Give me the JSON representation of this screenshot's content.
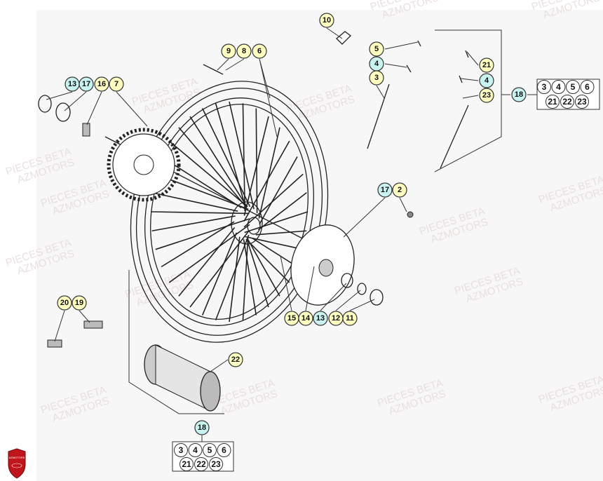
{
  "watermark": {
    "line1": "PIECES BETA",
    "line2": "AZMOTORS"
  },
  "logo": {
    "text": "AZMOTORS",
    "color": "#c0161b"
  },
  "colors": {
    "yellow": "#ffffc2",
    "cyan": "#c9f3f1",
    "background": "#f7f7f7"
  },
  "callouts": [
    {
      "label": "10",
      "color": "yellow"
    },
    {
      "label": "9",
      "color": "yellow"
    },
    {
      "label": "8",
      "color": "yellow"
    },
    {
      "label": "6",
      "color": "yellow"
    },
    {
      "label": "5",
      "color": "yellow"
    },
    {
      "label": "4",
      "color": "cyan"
    },
    {
      "label": "3",
      "color": "yellow"
    },
    {
      "label": "21",
      "color": "yellow"
    },
    {
      "label": "4",
      "color": "cyan"
    },
    {
      "label": "23",
      "color": "yellow"
    },
    {
      "label": "18",
      "color": "cyan"
    },
    {
      "label": "13",
      "color": "cyan"
    },
    {
      "label": "17",
      "color": "cyan"
    },
    {
      "label": "16",
      "color": "yellow"
    },
    {
      "label": "7",
      "color": "yellow"
    },
    {
      "label": "17",
      "color": "cyan"
    },
    {
      "label": "2",
      "color": "yellow"
    },
    {
      "label": "20",
      "color": "yellow"
    },
    {
      "label": "19",
      "color": "yellow"
    },
    {
      "label": "15",
      "color": "yellow"
    },
    {
      "label": "14",
      "color": "yellow"
    },
    {
      "label": "13",
      "color": "cyan"
    },
    {
      "label": "12",
      "color": "yellow"
    },
    {
      "label": "11",
      "color": "yellow"
    },
    {
      "label": "22",
      "color": "yellow"
    },
    {
      "label": "18",
      "color": "cyan"
    }
  ],
  "kit_boxes": [
    {
      "row1": [
        "3",
        "4",
        "5",
        "6"
      ],
      "row2": [
        "21",
        "22",
        "23"
      ]
    },
    {
      "row1": [
        "3",
        "4",
        "5",
        "6"
      ],
      "row2": [
        "21",
        "22",
        "23"
      ]
    }
  ]
}
